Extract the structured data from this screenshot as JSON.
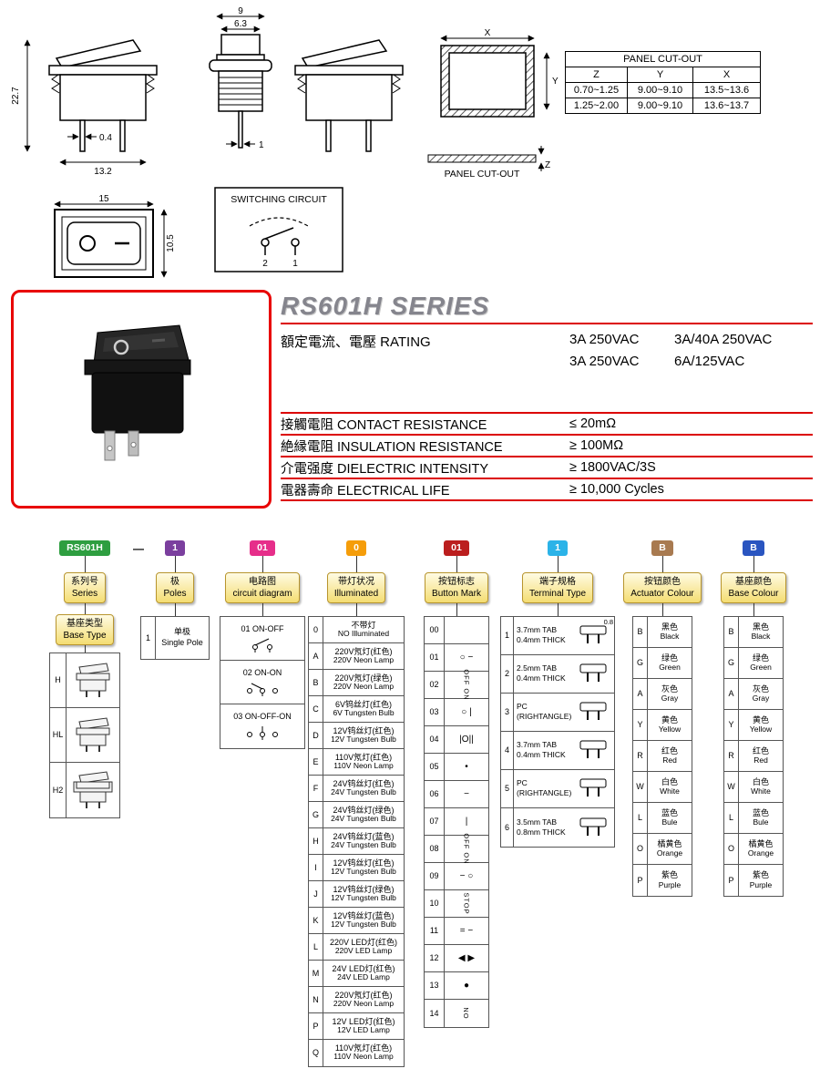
{
  "drawings": {
    "dim_front_height": "22.7",
    "dim_front_width": "13.2",
    "dim_front_pin": "0.4",
    "dim_face_width": "15",
    "dim_face_height": "10.5",
    "dim_top_outer": "9",
    "dim_top_inner": "6.3",
    "dim_top_pin": "1",
    "cutout": {
      "x": "X",
      "y": "Y",
      "z": "Z",
      "caption": "PANEL CUT-OUT"
    },
    "cutout_table": {
      "title": "PANEL CUT-OUT",
      "headers": [
        "Z",
        "Y",
        "X"
      ],
      "rows": [
        [
          "0.70~1.25",
          "9.00~9.10",
          "13.5~13.6"
        ],
        [
          "1.25~2.00",
          "9.00~9.10",
          "13.6~13.7"
        ]
      ]
    },
    "circuit": {
      "title": "SWITCHING CIRCUIT",
      "t2": "2",
      "t1": "1"
    }
  },
  "series": {
    "title": "RS601H SERIES",
    "rating_label": "額定電流、電壓 RATING",
    "rating": {
      "line1_col1": "3A 250VAC",
      "line1_col2": "3A/40A 250VAC",
      "line2_col1": "3A 250VAC",
      "line2_col2": "6A/125VAC"
    },
    "specs": [
      {
        "cn": "接觸電阻",
        "en": "CONTACT RESISTANCE",
        "value": "≤ 20mΩ"
      },
      {
        "cn": "絶縁電阻",
        "en": "INSULATION RESISTANCE",
        "value": "≥ 100MΩ"
      },
      {
        "cn": "介電强度",
        "en": "DIELECTRIC INTENSITY",
        "value": "≥ 1800VAC/3S"
      },
      {
        "cn": "電器壽命",
        "en": "ELECTRICAL LIFE",
        "value": "≥ 10,000 Cycles"
      }
    ],
    "accent_red": "#dc0000"
  },
  "ordering": {
    "dash": "—",
    "columns": [
      {
        "code": "RS601H",
        "code_color": "#2e9e40",
        "header_cn": "系列号",
        "header_en": "Series",
        "sub_cn": "基座类型",
        "sub_en": "Base Type",
        "base_types": [
          {
            "code": "H"
          },
          {
            "code": "HL"
          },
          {
            "code": "H2"
          }
        ]
      },
      {
        "code": "1",
        "code_color": "#7b3f9e",
        "header_cn": "极",
        "header_en": "Poles",
        "item": {
          "code": "1",
          "cn": "单极",
          "en": "Single Pole"
        }
      },
      {
        "code": "01",
        "code_color": "#e62e8a",
        "header_cn": "电路图",
        "header_en": "circuit diagram",
        "items": [
          {
            "code": "01",
            "label": "ON-OFF"
          },
          {
            "code": "02",
            "label": "ON-ON"
          },
          {
            "code": "03",
            "label": "ON-OFF-ON"
          }
        ]
      },
      {
        "code": "0",
        "code_color": "#f59d0a",
        "header_cn": "带灯状况",
        "header_en": "Illuminated",
        "items": [
          {
            "code": "0",
            "cn": "不带灯",
            "en": "NO Illuminated"
          },
          {
            "code": "A",
            "cn": "220V氖灯(红色)",
            "en": "220V Neon Lamp"
          },
          {
            "code": "B",
            "cn": "220V氖灯(绿色)",
            "en": "220V Neon Lamp"
          },
          {
            "code": "C",
            "cn": "6V钨丝灯(红色)",
            "en": "6V Tungsten Bulb"
          },
          {
            "code": "D",
            "cn": "12V钨丝灯(红色)",
            "en": "12V Tungsten Bulb"
          },
          {
            "code": "E",
            "cn": "110V氖灯(红色)",
            "en": "110V Neon Lamp"
          },
          {
            "code": "F",
            "cn": "24V钨丝灯(红色)",
            "en": "24V Tungsten Bulb"
          },
          {
            "code": "G",
            "cn": "24V钨丝灯(绿色)",
            "en": "24V Tungsten Bulb"
          },
          {
            "code": "H",
            "cn": "24V钨丝灯(蓝色)",
            "en": "24V Tungsten Bulb"
          },
          {
            "code": "I",
            "cn": "12V钨丝灯(红色)",
            "en": "12V Tungsten Bulb"
          },
          {
            "code": "J",
            "cn": "12V钨丝灯(绿色)",
            "en": "12V Tungsten Bulb"
          },
          {
            "code": "K",
            "cn": "12V钨丝灯(蓝色)",
            "en": "12V Tungsten Bulb"
          },
          {
            "code": "L",
            "cn": "220V LED灯(红色)",
            "en": "220V LED Lamp"
          },
          {
            "code": "M",
            "cn": "24V LED灯(红色)",
            "en": "24V LED Lamp"
          },
          {
            "code": "N",
            "cn": "220V氖灯(红色)",
            "en": "220V Neon Lamp"
          },
          {
            "code": "P",
            "cn": "12V LED灯(红色)",
            "en": "12V LED Lamp"
          },
          {
            "code": "Q",
            "cn": "110V氖灯(红色)",
            "en": "110V Neon Lamp"
          }
        ]
      },
      {
        "code": "01",
        "code_color": "#bb1e1e",
        "header_cn": "按钮标志",
        "header_en": "Button Mark",
        "items": [
          {
            "code": "00",
            "mark": ""
          },
          {
            "code": "01",
            "mark": "○ −"
          },
          {
            "code": "02",
            "mark": "OFF ON",
            "rot": "1"
          },
          {
            "code": "03",
            "mark": "○ |"
          },
          {
            "code": "04",
            "mark": "|O||"
          },
          {
            "code": "05",
            "mark": "•"
          },
          {
            "code": "06",
            "mark": "−"
          },
          {
            "code": "07",
            "mark": "|"
          },
          {
            "code": "08",
            "mark": "OFF ON",
            "rot": "1"
          },
          {
            "code": "09",
            "mark": "− ○"
          },
          {
            "code": "10",
            "mark": "STOP",
            "rot": "1"
          },
          {
            "code": "11",
            "mark": "= −"
          },
          {
            "code": "12",
            "mark": "◀ ▶"
          },
          {
            "code": "13",
            "mark": "●"
          },
          {
            "code": "14",
            "mark": "NO",
            "rot": "1"
          }
        ]
      },
      {
        "code": "1",
        "code_color": "#2bb3e8",
        "header_cn": "端子规格",
        "header_en": "Terminal Type",
        "items": [
          {
            "code": "1",
            "l1": "3.7mm TAB",
            "l2": "0.4mm THICK",
            "note": "0.8"
          },
          {
            "code": "2",
            "l1": "2.5mm TAB",
            "l2": "0.4mm THICK"
          },
          {
            "code": "3",
            "l1": "PC",
            "l2": "(RIGHTANGLE)"
          },
          {
            "code": "4",
            "l1": "3.7mm TAB",
            "l2": "0.4mm THICK"
          },
          {
            "code": "5",
            "l1": "PC",
            "l2": "(RIGHTANGLE)"
          },
          {
            "code": "6",
            "l1": "3.5mm TAB",
            "l2": "0.8mm THICK"
          }
        ]
      },
      {
        "code": "B",
        "code_color": "#a87a50",
        "header_cn": "按钮颜色",
        "header_en": "Actuator Colour",
        "items": [
          {
            "code": "B",
            "cn": "黑色",
            "en": "Black"
          },
          {
            "code": "G",
            "cn": "绿色",
            "en": "Green"
          },
          {
            "code": "A",
            "cn": "灰色",
            "en": "Gray"
          },
          {
            "code": "Y",
            "cn": "黄色",
            "en": "Yellow"
          },
          {
            "code": "R",
            "cn": "红色",
            "en": "Red"
          },
          {
            "code": "W",
            "cn": "白色",
            "en": "White"
          },
          {
            "code": "L",
            "cn": "蓝色",
            "en": "Bule"
          },
          {
            "code": "O",
            "cn": "橘黄色",
            "en": "Orange"
          },
          {
            "code": "P",
            "cn": "紫色",
            "en": "Purple"
          }
        ]
      },
      {
        "code": "B",
        "code_color": "#2a55c0",
        "header_cn": "基座颜色",
        "header_en": "Base Colour",
        "items": [
          {
            "code": "B",
            "cn": "黑色",
            "en": "Black"
          },
          {
            "code": "G",
            "cn": "绿色",
            "en": "Green"
          },
          {
            "code": "A",
            "cn": "灰色",
            "en": "Gray"
          },
          {
            "code": "Y",
            "cn": "黄色",
            "en": "Yellow"
          },
          {
            "code": "R",
            "cn": "红色",
            "en": "Red"
          },
          {
            "code": "W",
            "cn": "白色",
            "en": "White"
          },
          {
            "code": "L",
            "cn": "蓝色",
            "en": "Bule"
          },
          {
            "code": "O",
            "cn": "橘黄色",
            "en": "Orange"
          },
          {
            "code": "P",
            "cn": "紫色",
            "en": "Purple"
          }
        ]
      }
    ]
  }
}
